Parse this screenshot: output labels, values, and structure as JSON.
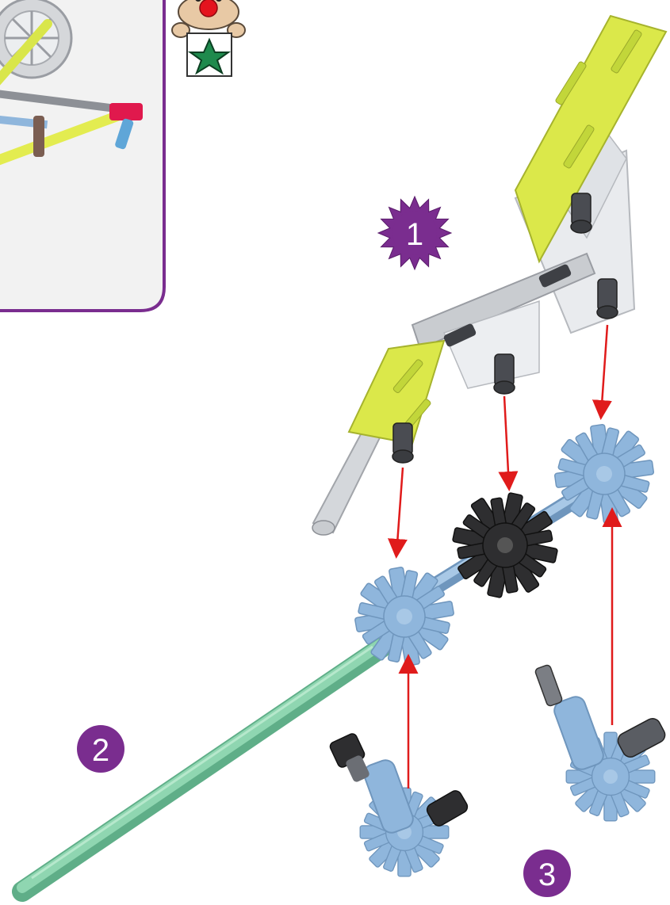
{
  "step_badges": [
    {
      "label": "1",
      "shape": "starburst",
      "color": "#7a2d8f"
    },
    {
      "label": "2",
      "shape": "circle",
      "color": "#7a2d8f"
    },
    {
      "label": "3",
      "shape": "circle",
      "color": "#7a2d8f"
    }
  ],
  "colors": {
    "frame_purple": "#7a2d8f",
    "arrow_red": "#e01b1b",
    "rod_yellow": "#d9e64a",
    "connector_blue": "#8fb6dc",
    "connector_black": "#2e2e30",
    "rod_green": "#7fcaa3",
    "rod_gray": "#c9ccd0",
    "star_green": "#1f8a4d"
  },
  "icons": {
    "mascot": "clown-mascot-icon",
    "star": "green-star-icon",
    "wheel": "wheel-icon"
  }
}
